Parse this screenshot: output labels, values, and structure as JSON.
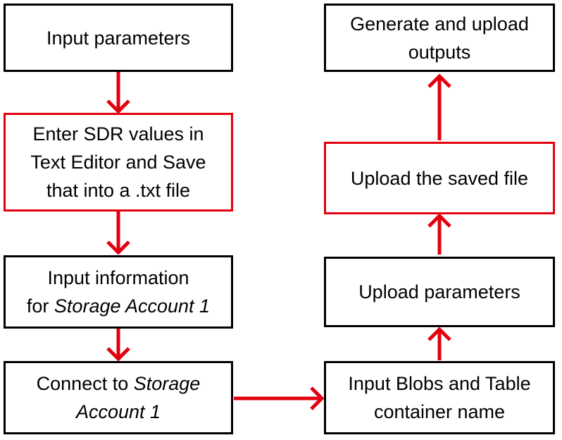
{
  "colors": {
    "highlight": "#e3000f",
    "default_border": "#000000",
    "arrow": "#e3000f"
  },
  "boxes": {
    "input_parameters": {
      "line1": "Input parameters"
    },
    "enter_sdr": {
      "line1": "Enter SDR values in",
      "line2": "Text Editor and Save",
      "line3": "that into a .txt file"
    },
    "input_info": {
      "line1": "Input information",
      "line2_prefix": "for ",
      "line2_italic": "Storage Account 1"
    },
    "connect": {
      "line1_prefix": "Connect to ",
      "line1_italic": "Storage",
      "line2_italic": "Account 1"
    },
    "input_blobs": {
      "line1": "Input Blobs and Table",
      "line2": "container name"
    },
    "upload_parameters": {
      "line1": "Upload parameters"
    },
    "upload_saved": {
      "line1": "Upload the saved file"
    },
    "generate": {
      "line1": "Generate and upload",
      "line2": "outputs"
    }
  }
}
